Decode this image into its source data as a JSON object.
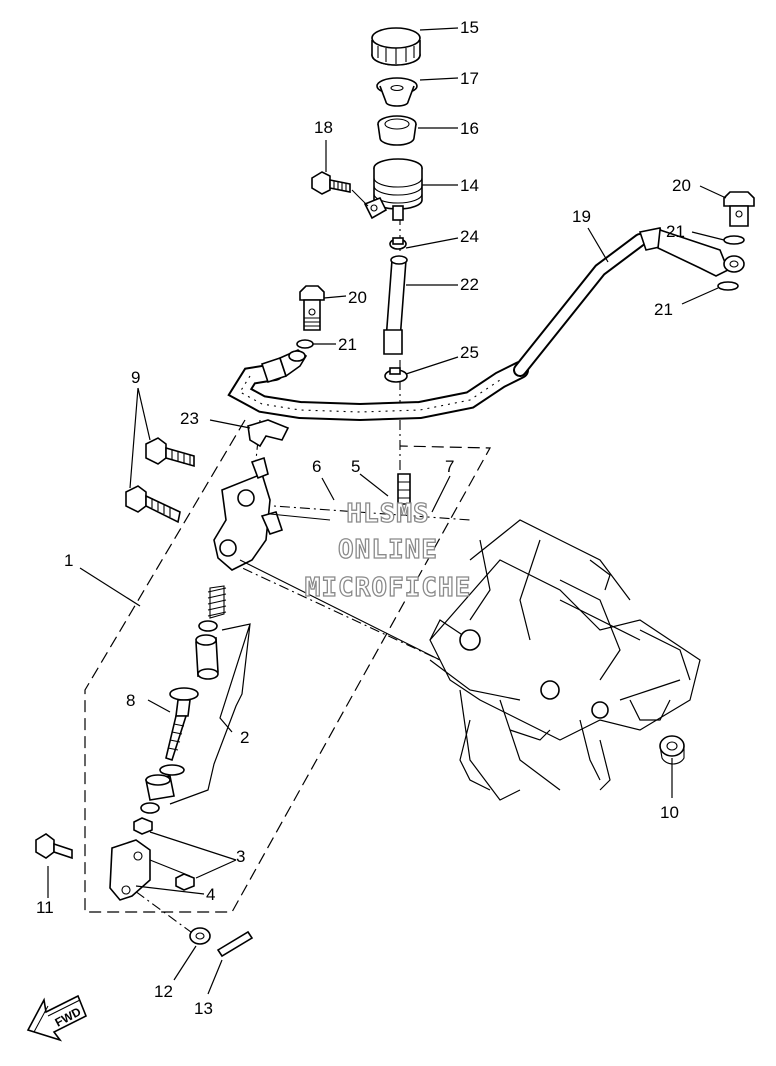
{
  "watermark": {
    "line1": "HLSMS",
    "line2": "ONLINE",
    "line3": "MICROFICHE"
  },
  "fwd_label": "FWD",
  "callouts": [
    "1",
    "2",
    "3",
    "4",
    "5",
    "6",
    "7",
    "8",
    "9",
    "10",
    "11",
    "12",
    "13",
    "14",
    "15",
    "16",
    "17",
    "18",
    "19",
    "20",
    "20",
    "21",
    "21",
    "21",
    "22",
    "23",
    "24",
    "25"
  ],
  "icons": [
    "fwd-arrow-icon"
  ]
}
